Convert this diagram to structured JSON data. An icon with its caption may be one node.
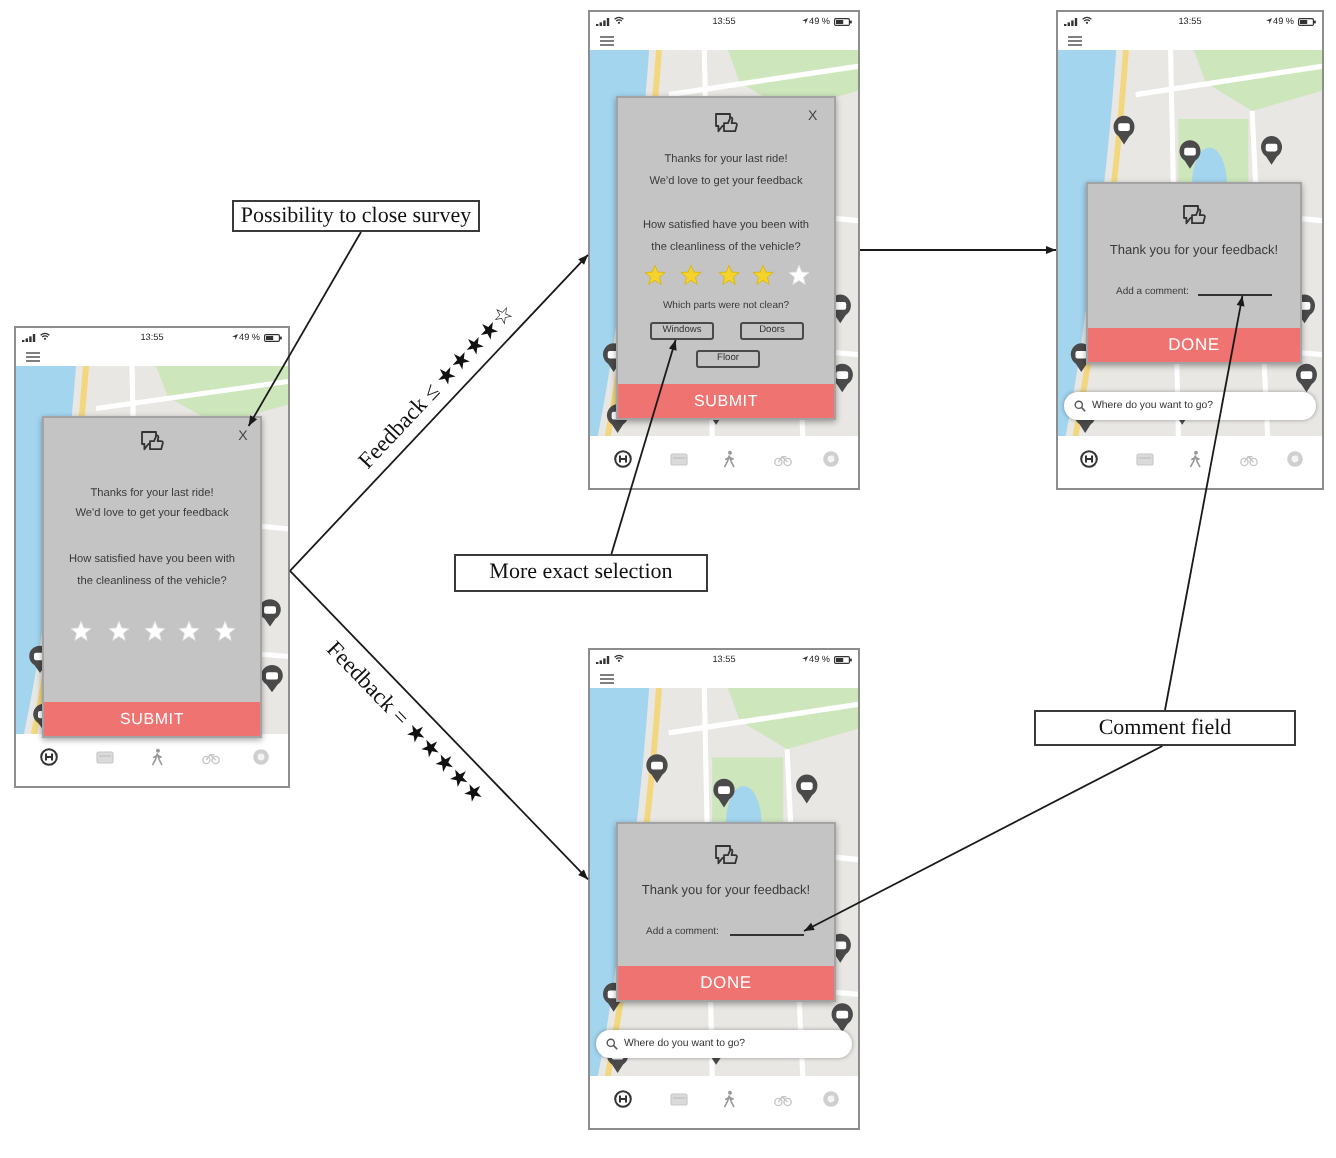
{
  "diagram": {
    "nodes": [
      {
        "text": [
          "13:55",
          "49 %"
        ]
      },
      {
        "text": [
          "Thanks for your last ride!",
          "We'd love to get your feedback",
          "How satisfied have you been with the cleanliness of the vehicle?"
        ],
        "in": 0
      },
      {
        "text": [
          "X"
        ],
        "in": 1
      },
      {
        "text": [
          "SUBMIT"
        ],
        "in": 1
      },
      {
        "text": [
          "13:55",
          "49 %"
        ]
      },
      {
        "text": [
          "X",
          "Thanks for your last ride!",
          "We'd love to get your feedback",
          "How satisfied have you been with the cleanliness of the vehicle?",
          "Which parts were not clean?"
        ],
        "in": 4
      },
      {
        "text": [
          "Windows"
        ],
        "in": 5
      },
      {
        "text": [
          "Doors"
        ],
        "in": 5
      },
      {
        "text": [
          "Floor"
        ],
        "in": 5
      },
      {
        "text": [
          "SUBMIT"
        ],
        "in": 5
      },
      {
        "text": [
          "13:55",
          "49 %"
        ]
      },
      {
        "text": [
          "Thank you for your feedback!",
          "Add a comment:"
        ],
        "in": 10
      },
      {
        "text": [],
        "shape": "line",
        "in": 11
      },
      {
        "text": [
          "DONE"
        ],
        "in": 11
      },
      {
        "text": [
          "Where do you want to go?"
        ],
        "in": 10
      },
      {
        "text": [
          "13:55",
          "49 %"
        ]
      },
      {
        "text": [
          "Thank you for your feedback!",
          "Add a comment:"
        ],
        "in": 15
      },
      {
        "text": [],
        "shape": "line",
        "in": 16
      },
      {
        "text": [
          "DONE"
        ],
        "in": 16
      },
      {
        "text": [
          "Where do you want to go?"
        ],
        "in": 15
      },
      {
        "text": [
          "Possibility to close survey"
        ]
      },
      {
        "text": [
          "More exact selection"
        ]
      },
      {
        "text": [
          "Comment field"
        ]
      }
    ],
    "edges": [
      {
        "from": 0,
        "to": 4,
        "arrow": "to",
        "label": "Feedback ≤ ★★★★☆"
      },
      {
        "from": 0,
        "to": 15,
        "arrow": "to",
        "label": "Feedback = ★★★★★"
      },
      {
        "from": 4,
        "to": 10,
        "arrow": "to"
      },
      {
        "from": 20,
        "to": 2,
        "arrow": "to"
      },
      {
        "from": 21,
        "to": 6,
        "arrow": "to"
      },
      {
        "from": 22,
        "to": 12,
        "arrow": "to"
      },
      {
        "from": 22,
        "to": 17,
        "arrow": "to"
      }
    ]
  }
}
